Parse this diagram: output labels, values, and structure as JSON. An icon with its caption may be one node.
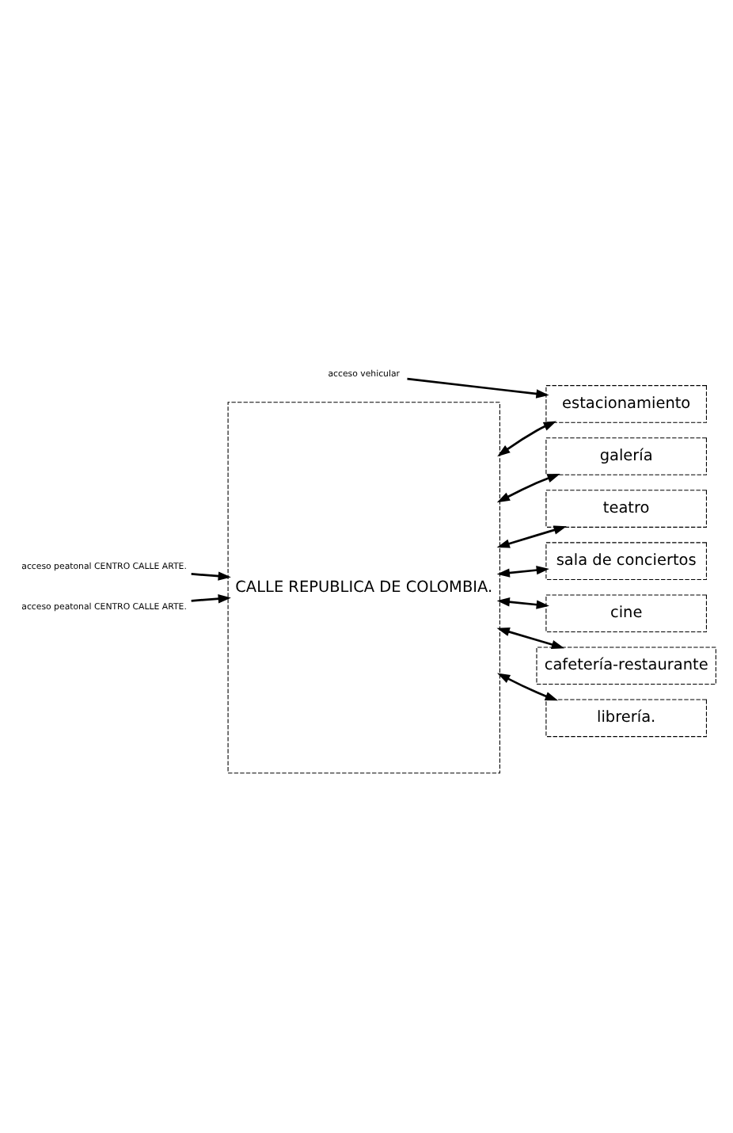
{
  "diagram": {
    "nodes": [
      {
        "text": [
          "CALLE REPUBLICA DE COLOMBIA."
        ]
      },
      {
        "text": [
          "estacionamiento"
        ]
      },
      {
        "text": [
          "galería"
        ]
      },
      {
        "text": [
          "teatro"
        ]
      },
      {
        "text": [
          "sala de conciertos"
        ]
      },
      {
        "text": [
          "cine"
        ]
      },
      {
        "text": [
          "cafetería-restaurante"
        ]
      },
      {
        "text": [
          "librería."
        ]
      },
      {
        "text": [
          "acceso peatonal CENTRO CALLE ARTE."
        ]
      },
      {
        "text": [
          "acceso vehicular"
        ]
      },
      {
        "text": [
          "acceso peatonal CENTRO CALLE ARTE."
        ]
      }
    ],
    "edges": [
      {
        "from": 8,
        "to": 0,
        "arrow": "to"
      },
      {
        "from": 9,
        "to": 1,
        "arrow": "to"
      },
      {
        "from": 0,
        "to": 1,
        "arrow": "both"
      },
      {
        "from": 0,
        "to": 2,
        "arrow": "both"
      },
      {
        "from": 0,
        "to": 3,
        "arrow": "both"
      },
      {
        "from": 0,
        "to": 4,
        "arrow": "both"
      },
      {
        "from": 0,
        "to": 5,
        "arrow": "both"
      },
      {
        "from": 0,
        "to": 6,
        "arrow": "both"
      },
      {
        "from": 0,
        "to": 7,
        "arrow": "both"
      },
      {
        "from": 10,
        "to": 0,
        "arrow": "to"
      }
    ]
  }
}
